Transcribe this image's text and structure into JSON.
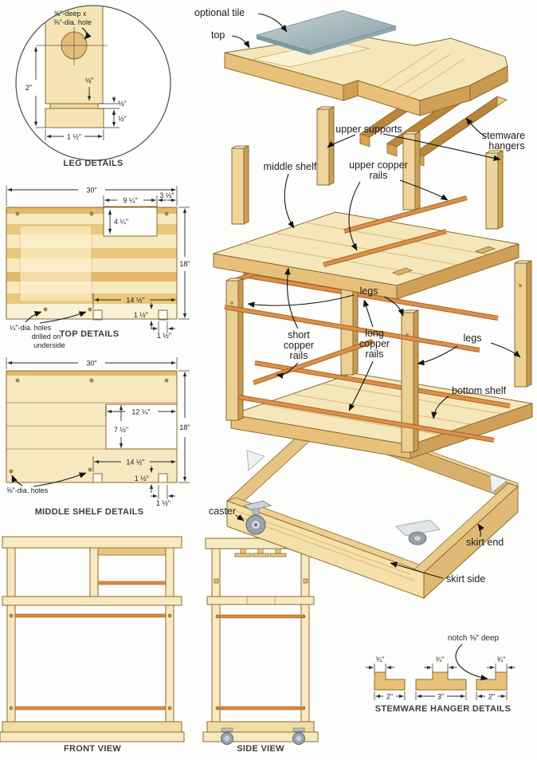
{
  "palette": {
    "wood_light": "#f7ecca",
    "wood_pale": "#fbf2d4",
    "wood_mid": "#f0d79e",
    "wood_dark": "#e2b96e",
    "wood_side": "#cfa055",
    "copper": "#d9883f",
    "tile_gray": "#9fb3ba",
    "outline": "#8a6a2e",
    "text": "#222222"
  },
  "leg_details": {
    "caption": "LEG DETAILS",
    "hole_note_1": "⅜\"-deep x",
    "hole_note_2": "⅝\"-dia. hole",
    "dim_height": "2\"",
    "dim_offset": "⅛\"",
    "dim_step": "⅛\"",
    "dim_foot": "½\"",
    "dim_width": "1 ½\""
  },
  "top_details": {
    "caption": "TOP DETAILS",
    "dim_width": "30\"",
    "dim_notch_w": "9 ¼\"",
    "dim_notch_r": "3 ½\"",
    "dim_notch_d": "4 ¼\"",
    "dim_depth": "18\"",
    "dim_span": "14 ½\"",
    "dim_leg_notch_d": "1 ½\"",
    "dim_leg_notch_w": "1 ½\"",
    "note_1": "¼\"-dia. holes",
    "note_2": "drilled on",
    "note_3": "underside"
  },
  "middle_shelf_details": {
    "caption": "MIDDLE SHELF DETAILS",
    "dim_width": "30\"",
    "dim_cut_w": "12 ¼\"",
    "dim_cut_d": "7 ½\"",
    "dim_depth": "18\"",
    "dim_span": "14 ½\"",
    "dim_leg_notch_d": "1 ½\"",
    "dim_leg_notch_w": "1 ½\"",
    "note": "⅝\"-dia. holes"
  },
  "front_view": {
    "caption": "FRONT VIEW"
  },
  "side_view": {
    "caption": "SIDE VIEW"
  },
  "stemware_details": {
    "caption": "STEMWARE HANGER DETAILS",
    "note": "notch ⅜\" deep",
    "dim_tab": "¾\"",
    "dim_w1": "2\"",
    "dim_w2": "3\"",
    "dim_w3": "2\""
  },
  "exploded": {
    "optional_tile": "optional tile",
    "top": "top",
    "upper_supports": "upper supports",
    "stemware_1": "stemware",
    "stemware_2": "hangers",
    "middle_shelf": "middle shelf",
    "upper_rails_1": "upper copper",
    "upper_rails_2": "rails",
    "legs_a": "legs",
    "legs_b": "legs",
    "short_1": "short",
    "short_2": "copper",
    "short_3": "rails",
    "long_1": "long",
    "long_2": "copper",
    "long_3": "rails",
    "bottom_shelf": "bottom shelf",
    "caster": "caster",
    "skirt_end": "skirt end",
    "skirt_side": "skirt side"
  }
}
